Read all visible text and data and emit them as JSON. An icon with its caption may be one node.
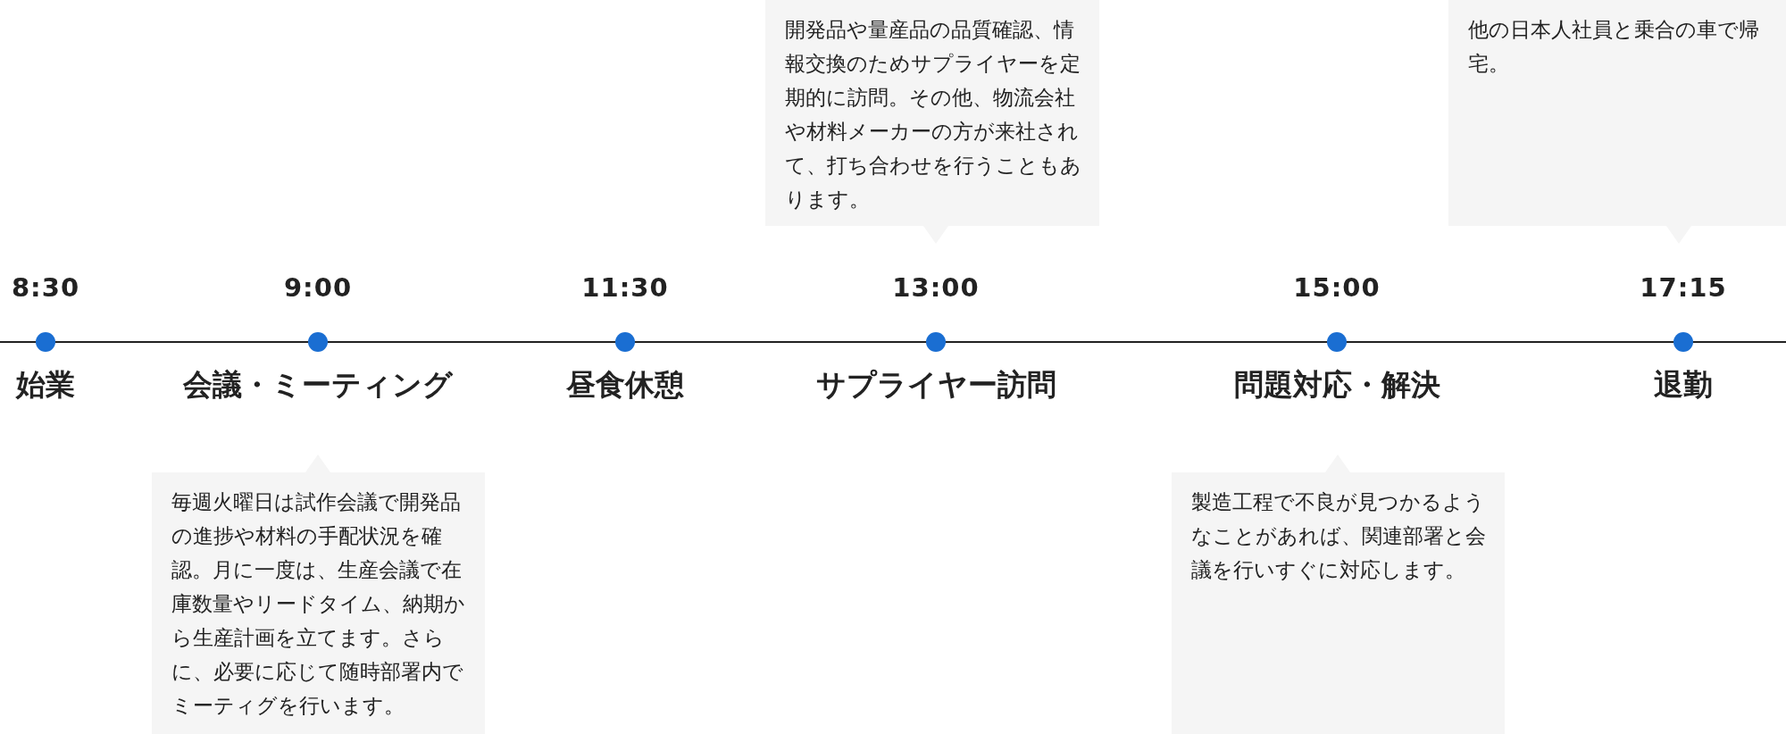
{
  "diagram": {
    "nodes": [
      {
        "text": [
          "8:30",
          "始業"
        ]
      },
      {
        "text": [
          "9:00",
          "会議・ミーティング"
        ]
      },
      {
        "text": [
          "11:30",
          "昼食休憩"
        ]
      },
      {
        "text": [
          "13:00",
          "サプライヤー訪問"
        ]
      },
      {
        "text": [
          "15:00",
          "問題対応・解決"
        ]
      },
      {
        "text": [
          "17:15",
          "退勤"
        ]
      },
      {
        "text": [
          "開発品や量産品の品質確認、情報交換のためサプライヤーを定期的に訪問。その他、物流会社や材料メーカーの方が来社されて、打ち合わせを行うこともあります。"
        ]
      },
      {
        "text": [
          "他の日本人社員と乗合の車で帰宅。"
        ]
      },
      {
        "text": [
          "毎週火曜日は試作会議で開発品の進捗や材料の手配状況を確認。月に一度は、生産会議で在庫数量やリードタイム、納期から生産計画を立てます。さらに、必要に応じて随時部署内でミーティグを行います。"
        ]
      },
      {
        "text": [
          "製造工程で不良が見つかるようなことがあれば、関連部署と会議を行いすぐに対応します。"
        ]
      }
    ]
  }
}
